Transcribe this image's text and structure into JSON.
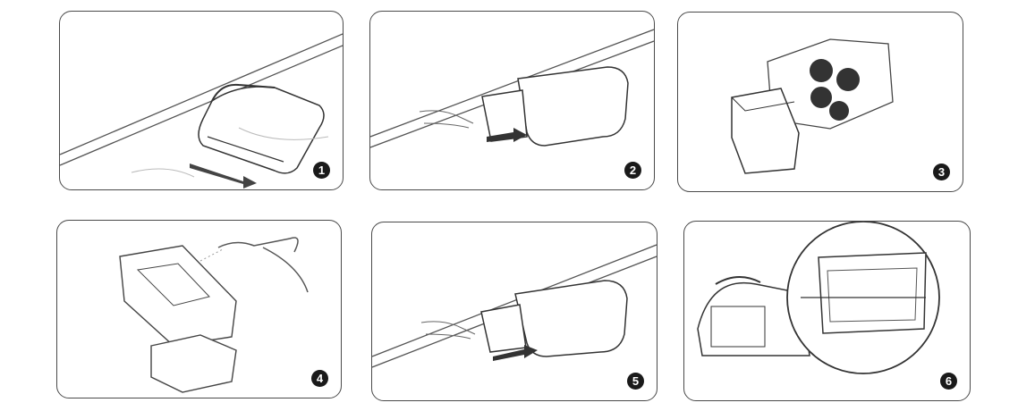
{
  "steps": [
    {
      "number": "1"
    },
    {
      "number": "2"
    },
    {
      "number": "3"
    },
    {
      "number": "4"
    },
    {
      "number": "5"
    },
    {
      "number": "6"
    }
  ],
  "colors": {
    "line": "#3a3a3a",
    "badge": "#1a1a1a"
  }
}
